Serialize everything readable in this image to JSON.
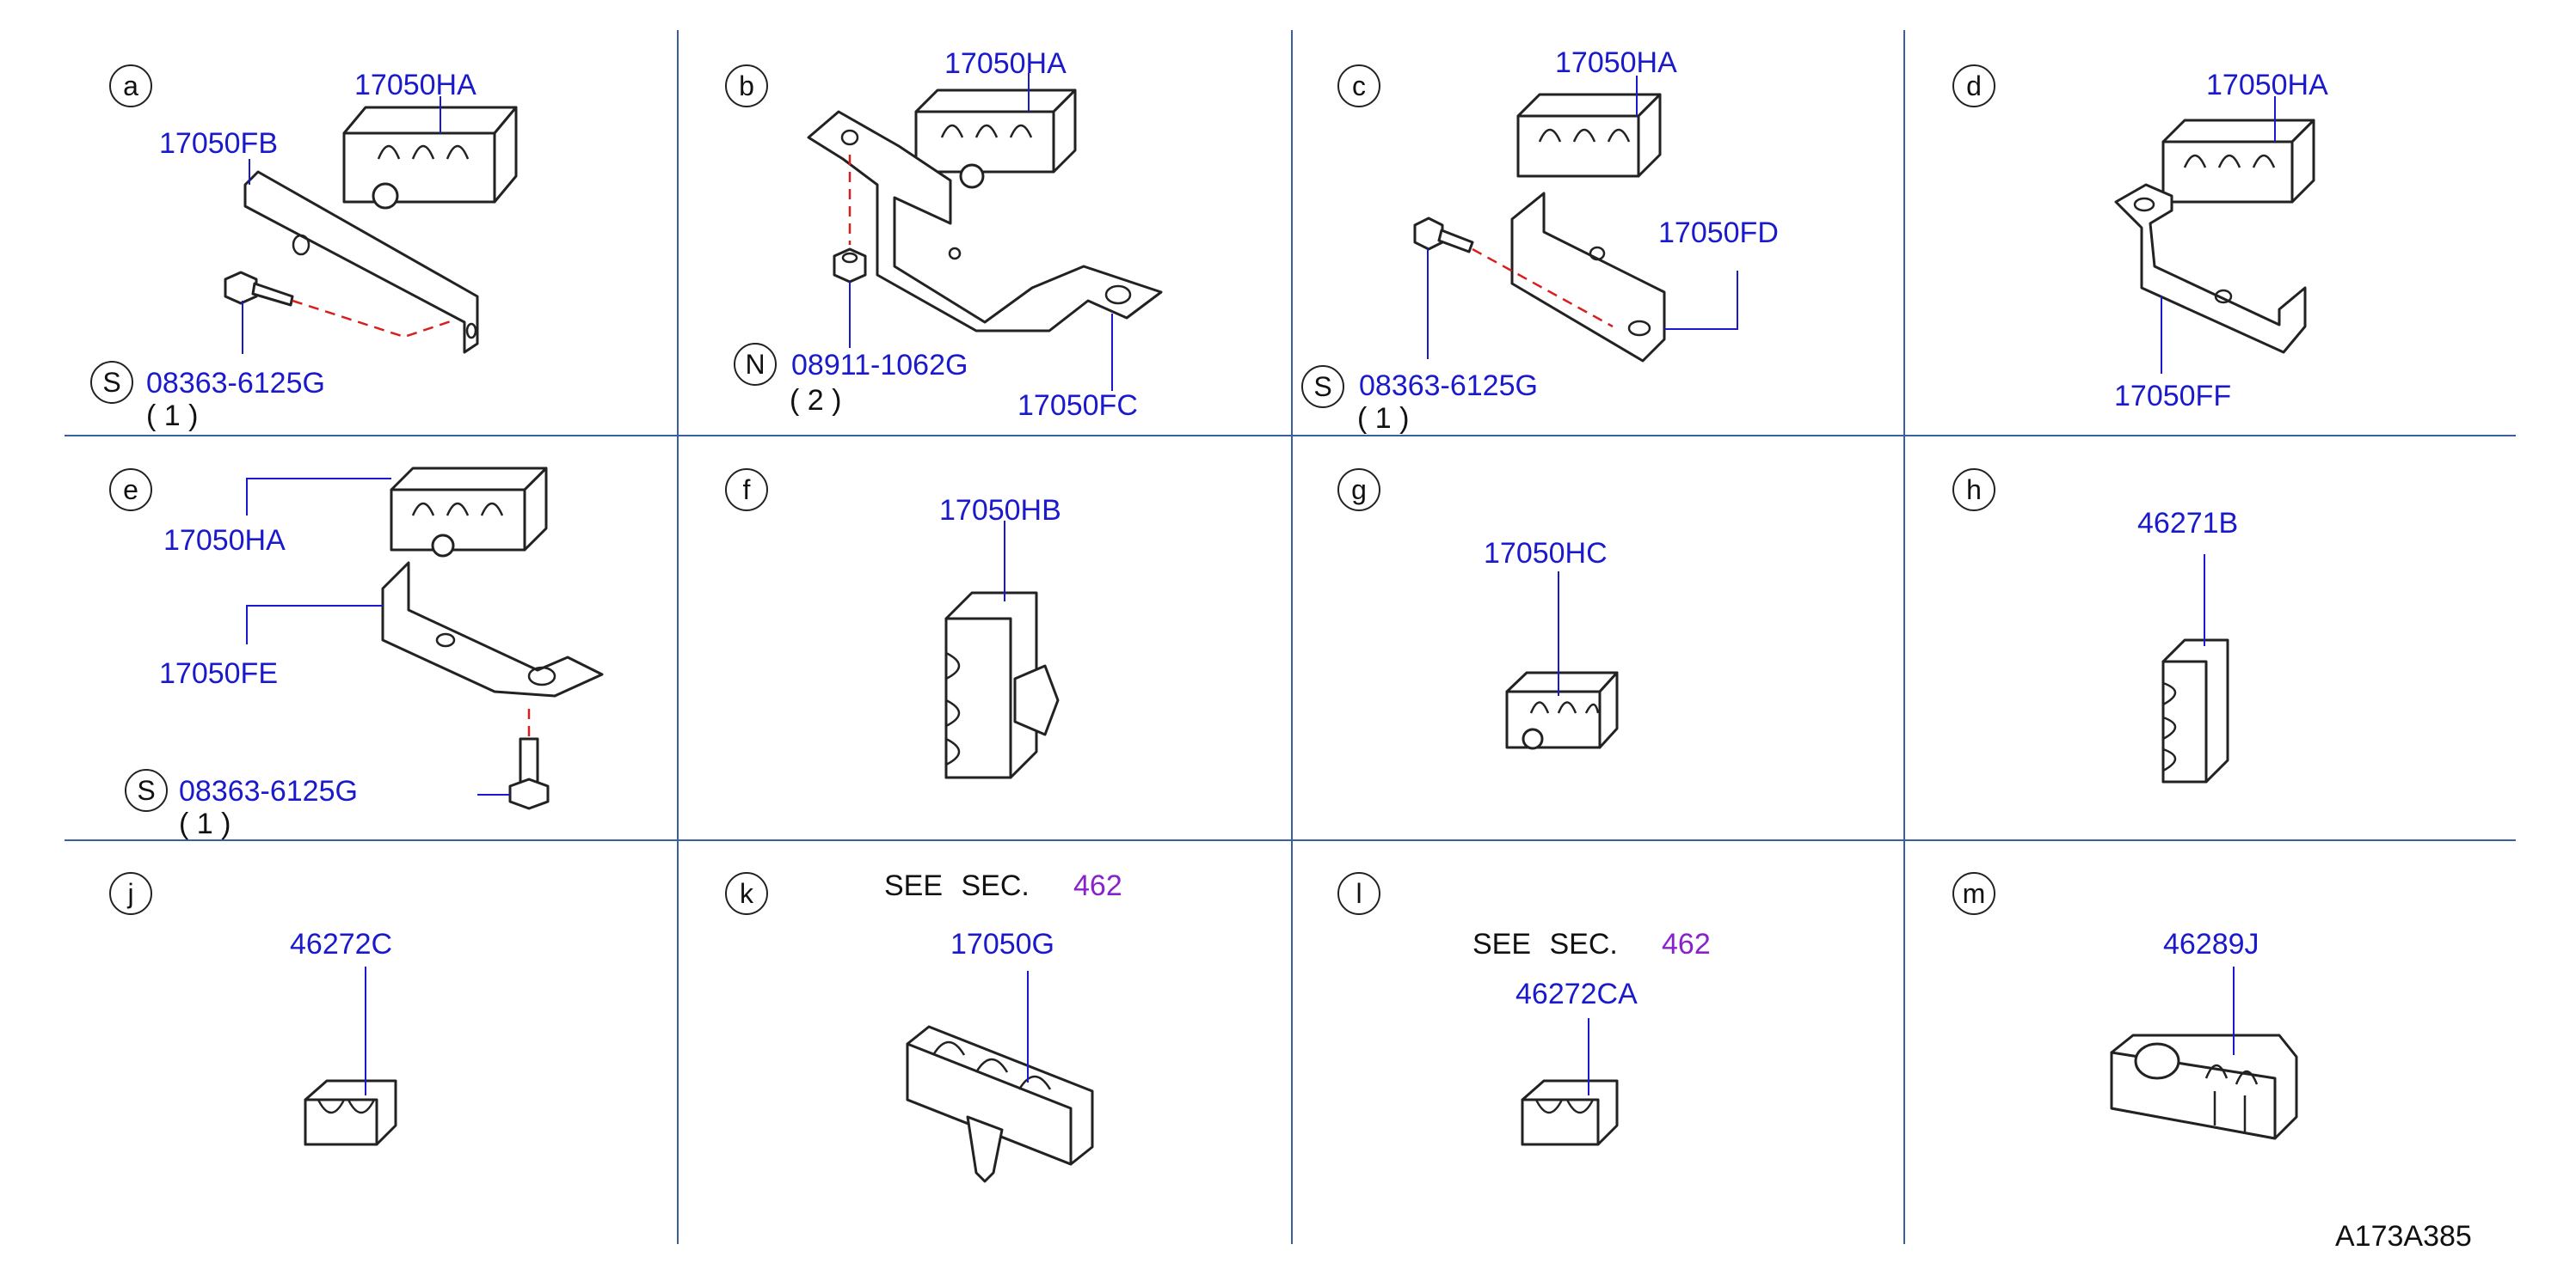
{
  "panels": {
    "a": {
      "letter": "a",
      "parts": [
        "17050HA",
        "17050FB",
        "08363-6125G"
      ],
      "symbol": "S",
      "qty": "( 1 )"
    },
    "b": {
      "letter": "b",
      "parts": [
        "17050HA",
        "08911-1062G",
        "17050FC"
      ],
      "symbol": "N",
      "qty": "( 2 )"
    },
    "c": {
      "letter": "c",
      "parts": [
        "17050HA",
        "17050FD",
        "08363-6125G"
      ],
      "symbol": "S",
      "qty": "( 1 )"
    },
    "d": {
      "letter": "d",
      "parts": [
        "17050HA",
        "17050FF"
      ]
    },
    "e": {
      "letter": "e",
      "parts": [
        "17050HA",
        "17050FE",
        "08363-6125G"
      ],
      "symbol": "S",
      "qty": "( 1 )"
    },
    "f": {
      "letter": "f",
      "parts": [
        "17050HB"
      ]
    },
    "g": {
      "letter": "g",
      "parts": [
        "17050HC"
      ]
    },
    "h": {
      "letter": "h",
      "parts": [
        "46271B"
      ]
    },
    "j": {
      "letter": "j",
      "parts": [
        "46272C"
      ]
    },
    "k": {
      "letter": "k",
      "parts": [
        "17050G"
      ],
      "see": "SEE SEC.",
      "sec": "462"
    },
    "l": {
      "letter": "l",
      "parts": [
        "46272CA"
      ],
      "see": "SEE SEC.",
      "sec": "462"
    },
    "m": {
      "letter": "m",
      "parts": [
        "46289J"
      ]
    }
  },
  "drawing_id": "A173A385",
  "colors": {
    "part_number": "#1a1acc",
    "section_ref": "#8822cc",
    "grid": "#3a5fa0",
    "hidden_line": "#d62020"
  }
}
